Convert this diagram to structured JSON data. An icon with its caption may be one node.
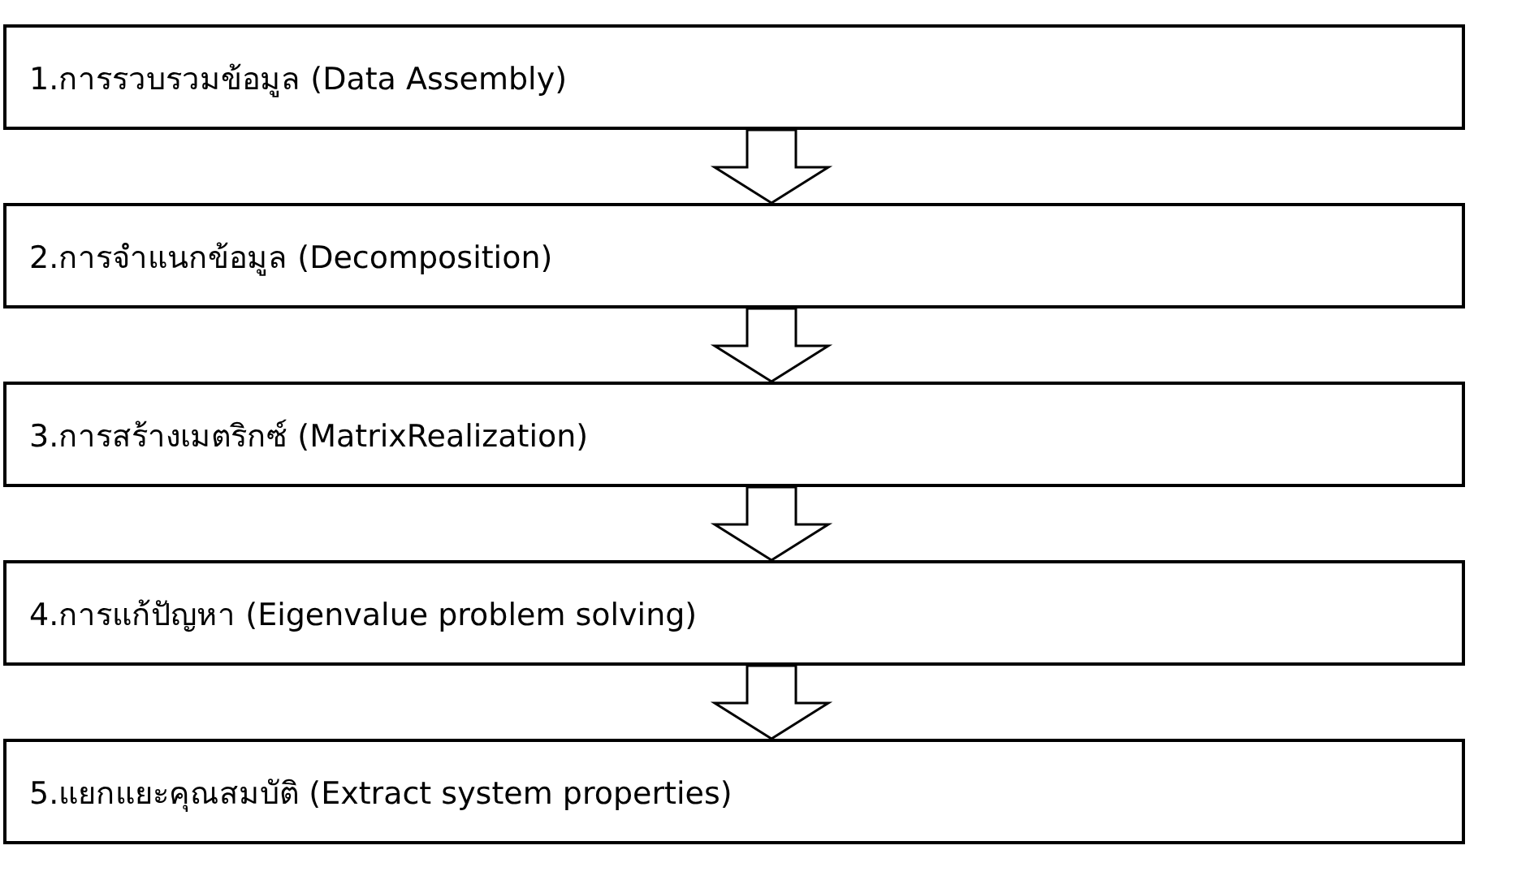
{
  "diagram": {
    "nodes": [
      {
        "text": [
          "1.การรวบรวมข้อมูล (Data Assembly)"
        ]
      },
      {
        "text": [
          "2.การจำแนกข้อมูล (Decomposition)"
        ]
      },
      {
        "text": [
          "3.การสร้างเมตริกซ์ (MatrixRealization)"
        ]
      },
      {
        "text": [
          "4.การแก้ปัญหา (Eigenvalue problem solving)"
        ]
      },
      {
        "text": [
          "5.แยกแยะคุณสมบัติ (Extract system properties)"
        ]
      }
    ],
    "edges": [
      {
        "from": 0,
        "to": 1,
        "arrow": "to"
      },
      {
        "from": 1,
        "to": 2,
        "arrow": "to"
      },
      {
        "from": 2,
        "to": 3,
        "arrow": "to"
      },
      {
        "from": 3,
        "to": 4,
        "arrow": "to"
      }
    ]
  }
}
